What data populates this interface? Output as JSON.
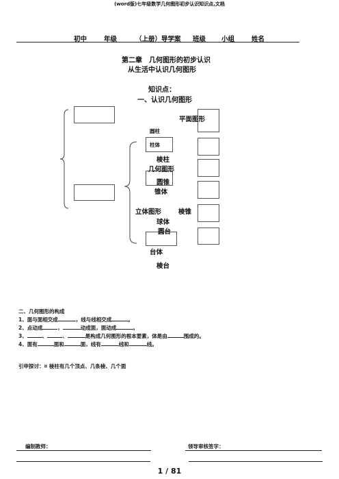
{
  "doc_title": "(word版)七年级数学几何图形初步认识知识点,文档",
  "header": {
    "grade": "初中",
    "year": "年级",
    "volume": "（上册）导学案",
    "class": "班级",
    "group": "小组",
    "name": "姓名"
  },
  "chapter_title": "第二章　几何图形的初步认识",
  "subtitle": "从生活中认识几何图形",
  "knowledge_points": "知识点：",
  "section1": "一、认识几何图形",
  "diagram": {
    "plane_figure": "平面图形",
    "cylinder": "圆柱",
    "column": "柱体",
    "prism": "棱柱",
    "geometric_figure": "几何图形",
    "cone": "圆锥",
    "cone_body": "锥体",
    "solid_figure": "立体图形",
    "pyramid": "棱锥",
    "sphere": "球体",
    "frustum_cone": "圆台",
    "frustum": "台体",
    "prism_frustum": "棱台"
  },
  "section2": {
    "title": "二、几何图形的构成",
    "items": [
      {
        "a": "1、面与面相交成",
        "b": "，线与线相交成",
        "c": "。"
      },
      {
        "a": "2、点动成",
        "b": "，",
        "c": "动成面，面动成",
        "d": "。"
      },
      {
        "a": "3、",
        "b": "、",
        "c": "、",
        "d": "是构成几何图形的根本要素，体是由",
        "e": "围成的。"
      },
      {
        "a": "4、面有",
        "b": "面和",
        "c": "面，线有",
        "d": "线和",
        "e": "线。"
      }
    ]
  },
  "extension": "引申探讨：¤ 棱柱有几个顶点、几条棱、几个面",
  "footer": {
    "teacher": "编制教师：",
    "reviewer": "领导审核签字："
  },
  "page_number": "1 / 81"
}
